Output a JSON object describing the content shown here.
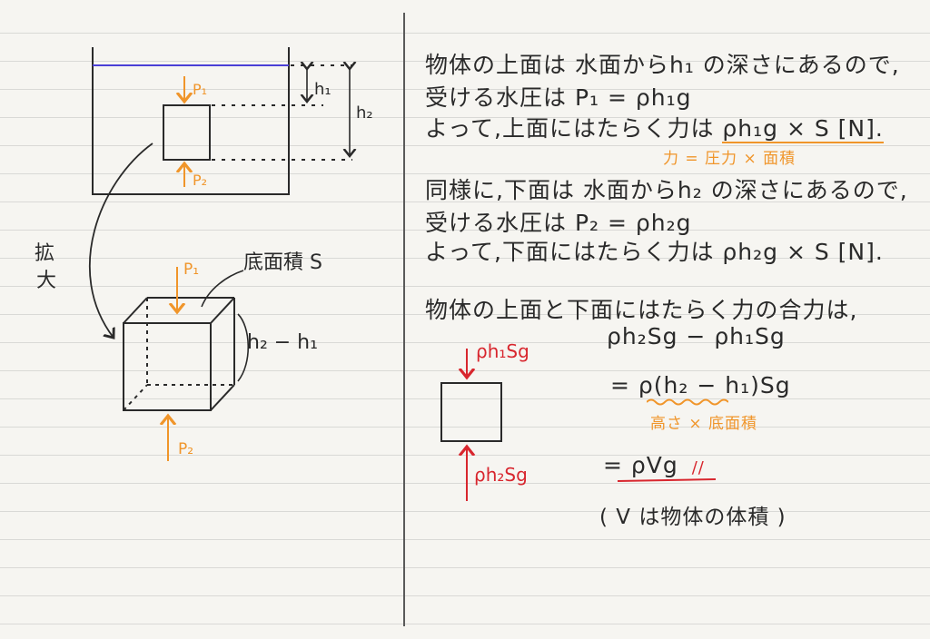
{
  "colors": {
    "ink": "#2a2a2a",
    "orange": "#f0952a",
    "red": "#d8262e",
    "water": "#4a3fd6",
    "paper": "#f6f5f1",
    "rule": "#d9d9d6"
  },
  "left_figure": {
    "label_p1": "P₁",
    "label_p2": "P₂",
    "label_h1": "h₁",
    "label_h2": "h₂",
    "enlarge_label": "拡\n大",
    "enlarge_line1": "拡",
    "enlarge_line2": "大",
    "cube_label_p1": "P₁",
    "cube_label_p2": "P₂",
    "base_area_label": "底面積 S",
    "height_label": "h₂ − h₁"
  },
  "notes": {
    "line1": "物体の上面は 水面からh₁ の深さにあるので,",
    "line2": "受ける水圧は P₁ = ρh₁g",
    "line3_prefix": "よって,上面にはたらく力は ",
    "line3_formula": "ρh₁g × S [N].",
    "line3_note": "力 = 圧力 × 面積",
    "line4": "同様に,下面は 水面からh₂ の深さにあるので,",
    "line5": "受ける水圧は P₂ = ρh₂g",
    "line6": "よって,下面にはたらく力は ρh₂g × S [N].",
    "line7": "物体の上面と下面にはたらく力の合力は,",
    "eq1": "ρh₂Sg − ρh₁Sg",
    "eq2": "= ρ(h₂ − h₁)Sg",
    "eq2_note": "高さ × 底面積",
    "eq3": "= ρVg",
    "eq3_mark": "//",
    "note_v": "( V は物体の体積 )"
  },
  "red_box": {
    "top_force": "ρh₁Sg",
    "bottom_force": "ρh₂Sg"
  }
}
